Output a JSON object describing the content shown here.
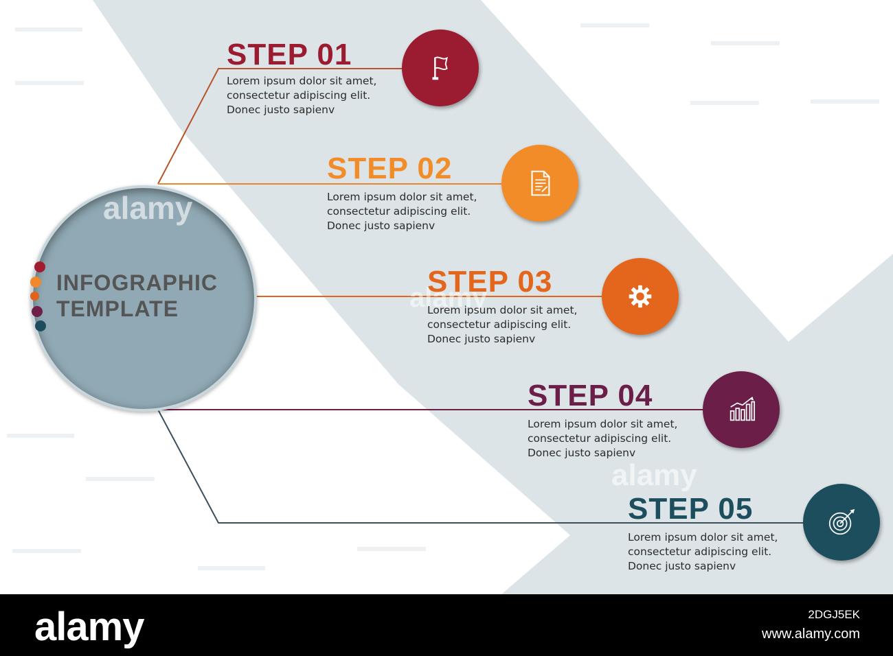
{
  "main": {
    "title_line1": "INFOGRAPHIC",
    "title_line2": "TEMPLATE",
    "dot_colors": [
      "#a01c2e",
      "#f0892c",
      "#e2621b",
      "#6e1e48",
      "#1d4d5c"
    ]
  },
  "steps": [
    {
      "title": "STEP 01",
      "desc1": "Lorem ipsum dolor sit amet,",
      "desc2": "consectetur adipiscing elit.",
      "desc3": "Donec justo sapienv",
      "icon": "flag-icon",
      "color": "#9b1b30"
    },
    {
      "title": "STEP 02",
      "desc1": "Lorem ipsum dolor sit amet,",
      "desc2": "consectetur adipiscing elit.",
      "desc3": "Donec justo sapienv",
      "icon": "document-icon",
      "color": "#f28c28"
    },
    {
      "title": "STEP 03",
      "desc1": "Lorem ipsum dolor sit amet,",
      "desc2": "consectetur adipiscing elit.",
      "desc3": "Donec justo sapienv",
      "icon": "gear-icon",
      "color": "#e3661c"
    },
    {
      "title": "STEP 04",
      "desc1": "Lorem ipsum dolor sit amet,",
      "desc2": "consectetur adipiscing elit.",
      "desc3": "Donec justo sapienv",
      "icon": "bar-chart-icon",
      "color": "#6b1f48"
    },
    {
      "title": "STEP 05",
      "desc1": "Lorem ipsum dolor sit amet,",
      "desc2": "consectetur adipiscing elit.",
      "desc3": "Donec justo sapienv",
      "icon": "target-icon",
      "color": "#1d4e5d"
    }
  ],
  "watermark": "alamy",
  "footer": {
    "logo": "alamy",
    "image_code": "2DGJ5EK",
    "url": "www.alamy.com"
  }
}
